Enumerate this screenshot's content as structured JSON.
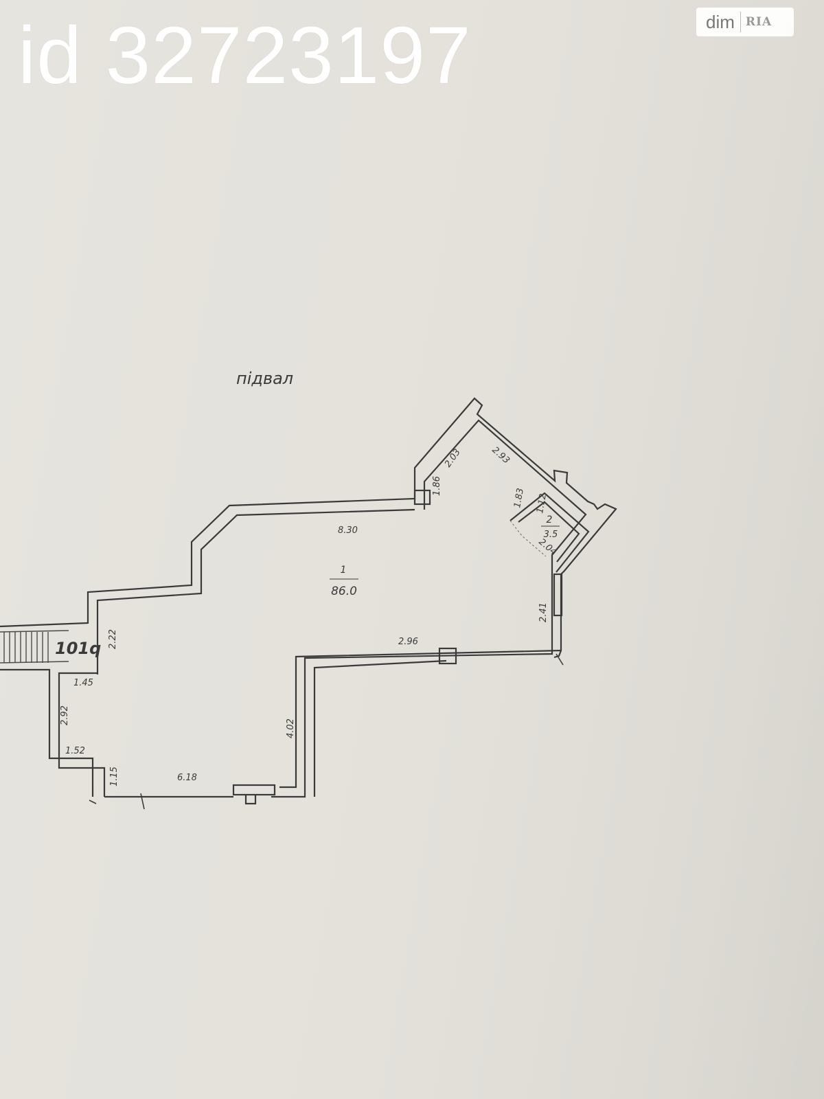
{
  "listing": {
    "id_text": "id 32723197"
  },
  "watermark": {
    "brand": "dim",
    "brand_suffix": "RIA"
  },
  "plan": {
    "floor_label": "підвал",
    "rooms": [
      {
        "number": "1",
        "area": "86.0"
      },
      {
        "number": "2",
        "area": "3.5"
      }
    ],
    "stair_label": "101q",
    "dimensions": {
      "top_wall": "8.30",
      "upper_left_stub": "1.86",
      "diag_upper_left": "2.03",
      "diag_upper_right": "2.93",
      "closet_side": "1.83",
      "closet_top": "1.12",
      "closet_bottom": "2.04",
      "right_wall": "2.41",
      "right_lower": "2.96",
      "left_upper": "2.22",
      "left_step": "1.45",
      "left_lower": "2.92",
      "bottom_step": "1.52",
      "bottom_stub": "1.15",
      "bottom_wall": "6.18",
      "middle_wall": "4.02"
    }
  }
}
